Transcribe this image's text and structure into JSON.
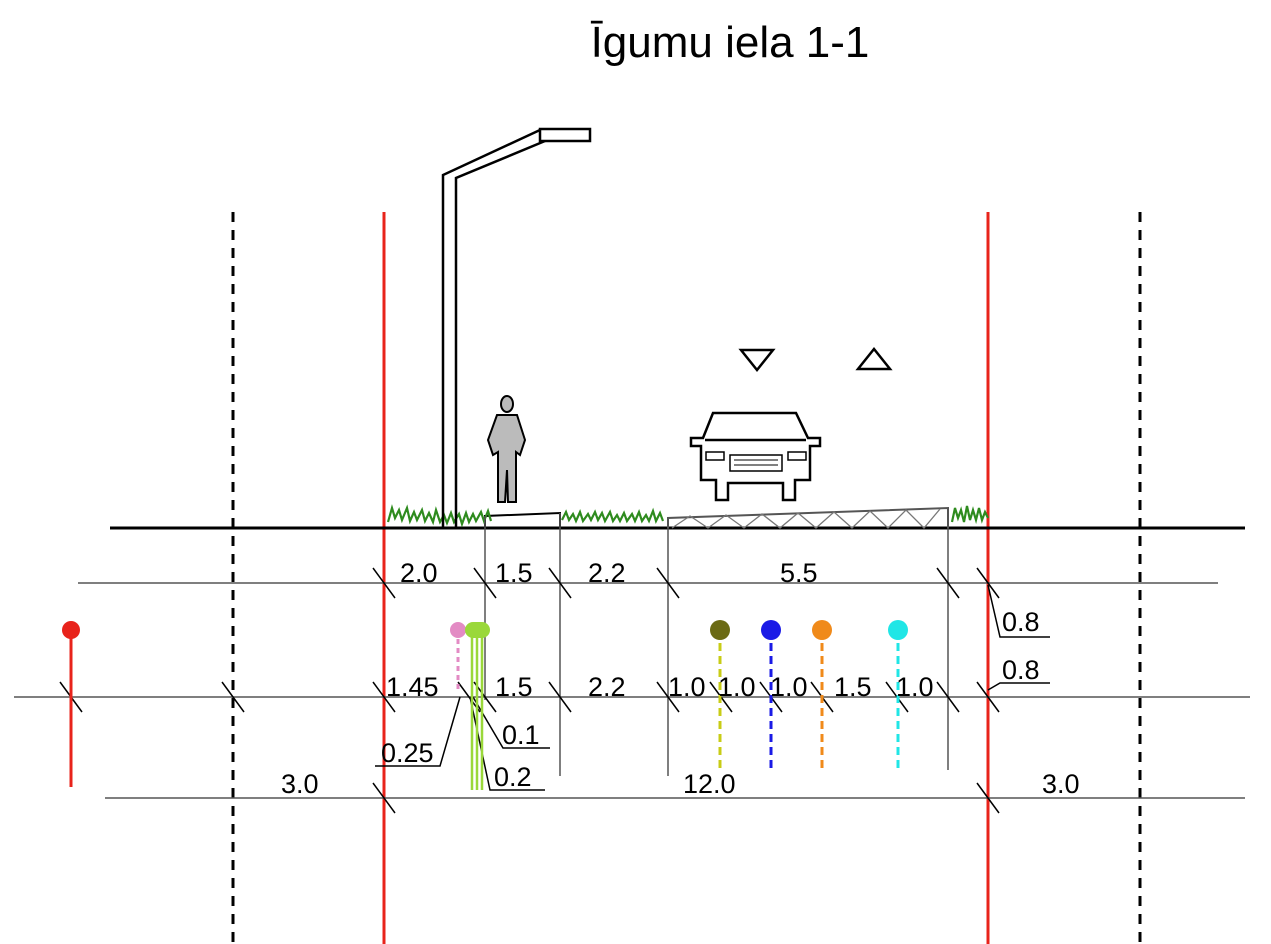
{
  "title": "Īgumu iela 1-1",
  "row1": {
    "a": "2.0",
    "b": "1.5",
    "c": "2.2",
    "d": "5.5",
    "e": "0.8"
  },
  "row2": {
    "a": "1.45",
    "b": "1.5",
    "c": "2.2",
    "d": "1.0",
    "e": "1.0",
    "f": "1.0",
    "g": "1.5",
    "h": "1.0",
    "i": "0.8"
  },
  "utility_dims": {
    "a": "0.1",
    "b": "0.25",
    "c": "0.2"
  },
  "row3": {
    "left": "3.0",
    "mid": "12.0",
    "right": "3.0"
  },
  "colors": {
    "red_line": "#e8231b",
    "grass": "#2e8b1e",
    "point_left": "#e8231b",
    "pink": "#e38bc4",
    "lime": "#9ad83a",
    "olive": "#6b6a14",
    "olive_dash": "#c8cc16",
    "blue": "#1a1ae6",
    "orange": "#f08a1a",
    "cyan": "#20e6e6"
  }
}
